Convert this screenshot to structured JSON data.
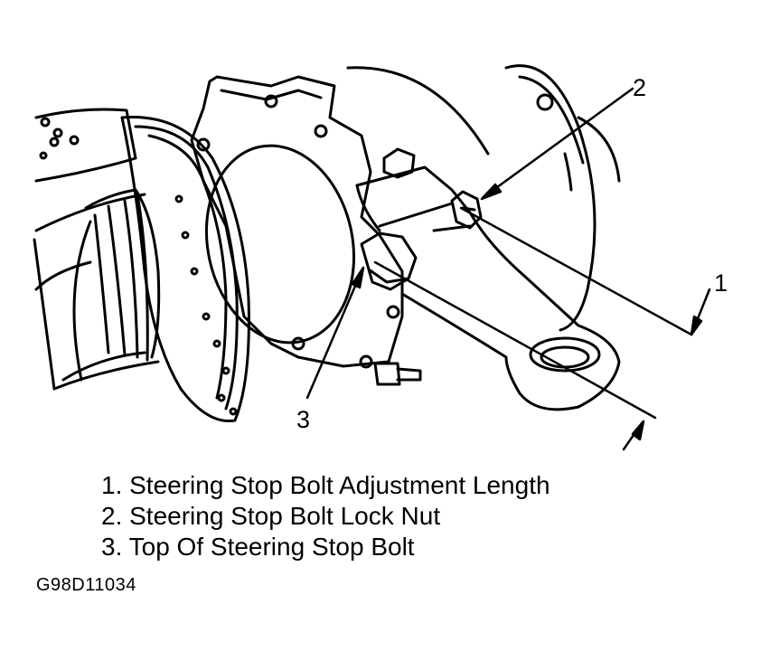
{
  "callouts": [
    {
      "number": "1",
      "label": "1. Steering Stop Bolt Adjustment Length"
    },
    {
      "number": "2",
      "label": "2. Steering Stop Bolt Lock Nut"
    },
    {
      "number": "3",
      "label": "3. Top Of Steering Stop Bolt"
    }
  ],
  "figure_id": "G98D11034",
  "colors": {
    "ink": "#000000",
    "paper": "#ffffff"
  }
}
